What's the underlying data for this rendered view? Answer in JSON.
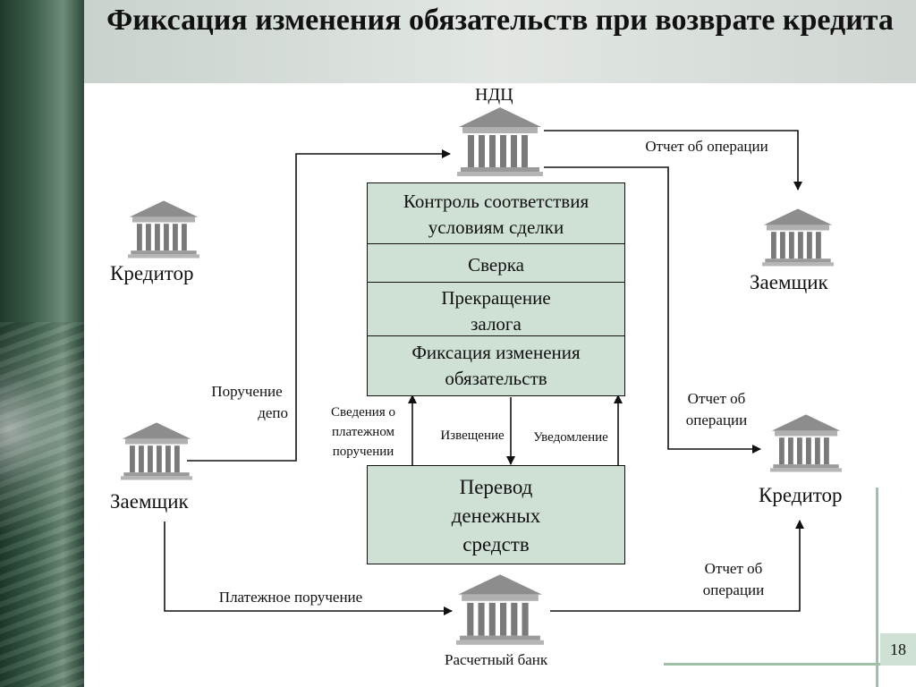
{
  "title": "Фиксация изменения обязательств при возврате кредита",
  "nodes": {
    "ndc": "НДЦ",
    "lender_left": "Кредитор",
    "borrower_right": "Заемщик",
    "borrower_left": "Заемщик",
    "lender_right": "Кредитор",
    "settlement_bank": "Расчетный банк"
  },
  "process": {
    "control": "Контроль  соответствия условиям сделки",
    "reconcile": "Сверка",
    "pledge_1": "Прекращение",
    "pledge_2": "залога",
    "fix_1": "Фиксация изменения",
    "fix_2": "обязательств",
    "transfer_1": "Перевод",
    "transfer_2": "денежных",
    "transfer_3": "средств"
  },
  "edges": {
    "report_top": "Отчет об операции",
    "depo_order_1": "Поручение",
    "depo_order_2": "депо",
    "payment_info_1": "Сведения о",
    "payment_info_2": "платежном",
    "payment_info_3": "поручении",
    "notice": "Извещение",
    "notification": "Уведомление",
    "report_mid_1": "Отчет об",
    "report_mid_2": "операции",
    "payment_order": "Платежное поручение",
    "report_bottom_1": "Отчет об",
    "report_bottom_2": "операции"
  },
  "page_number": "18",
  "colors": {
    "box_fill": "#cfe0d5",
    "bank_roof": "#8a8a8a",
    "bank_columns": "#7c7c7c"
  }
}
